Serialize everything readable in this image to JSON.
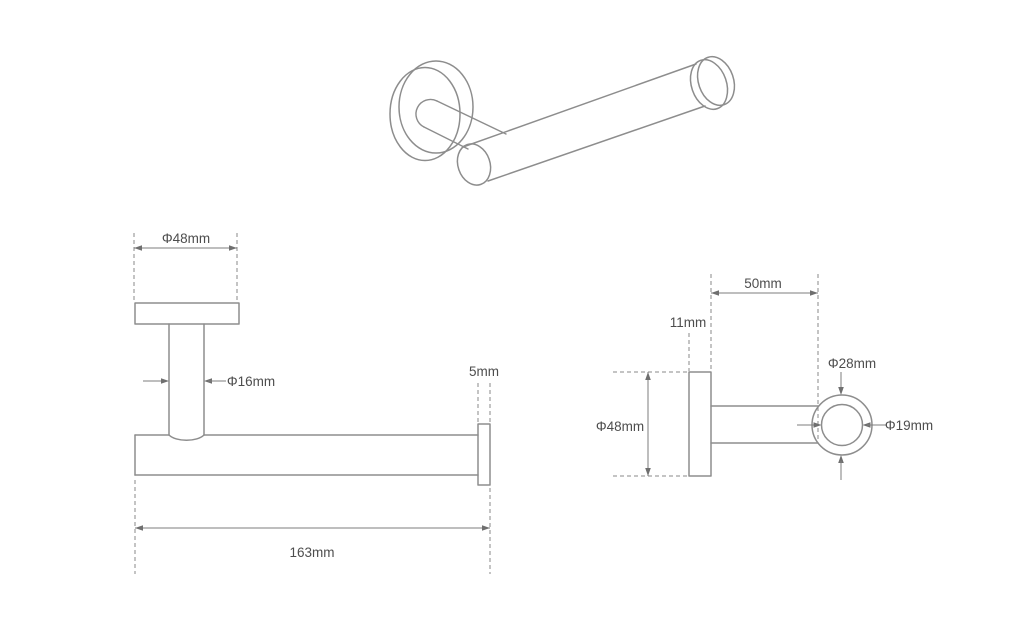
{
  "drawing": {
    "front_view": {
      "flange_diameter": "Φ48mm",
      "stem_diameter": "Φ16mm",
      "end_cap_thickness": "5mm",
      "overall_length": "163mm"
    },
    "side_view": {
      "projection_depth": "50mm",
      "plate_thickness": "11mm",
      "plate_diameter": "Φ48mm",
      "end_cap_diameter": "Φ28mm",
      "bar_diameter": "Φ19mm"
    }
  },
  "colors": {
    "background": "#ffffff",
    "part_line": "#8d8d8d",
    "dimension_line": "#7c7c7c",
    "label_text": "#4d4d4d"
  }
}
